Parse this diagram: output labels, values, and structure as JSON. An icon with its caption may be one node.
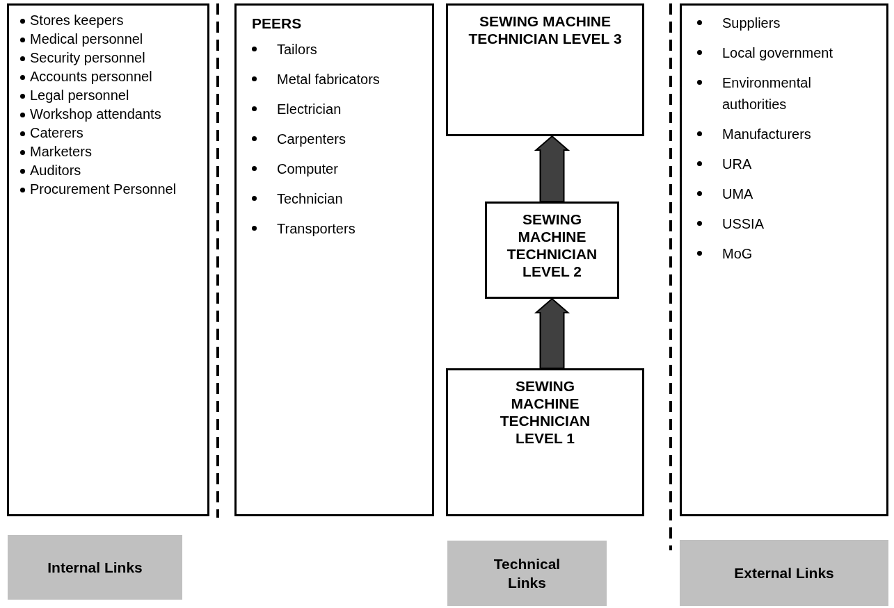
{
  "diagram": {
    "nodes": [
      {
        "text": [
          "Stores keepers",
          "Medical personnel",
          "Security personnel",
          "Accounts personnel",
          "Legal personnel",
          "Workshop attendants",
          "Caterers",
          "Marketers",
          "Auditors",
          "Procurement Personnel"
        ]
      },
      {
        "text": [
          "PEERS",
          "Tailors",
          "Metal fabricators",
          "Electrician",
          "Carpenters",
          "Computer",
          "Technician",
          "Transporters"
        ]
      },
      {
        "text": [
          "SEWING MACHINE TECHNICIAN LEVEL 3"
        ]
      },
      {
        "text": [
          "SEWING MACHINE TECHNICIAN LEVEL 2"
        ]
      },
      {
        "text": [
          "SEWING MACHINE TECHNICIAN LEVEL 1"
        ]
      },
      {
        "text": [
          "Suppliers",
          "Local government",
          "Environmental authorities",
          "Manufacturers",
          "URA",
          "UMA",
          "USSIA",
          "MoG"
        ]
      },
      {
        "text": [
          "Internal Links"
        ]
      },
      {
        "text": [
          "Technical Links"
        ]
      },
      {
        "text": [
          "External Links"
        ]
      }
    ],
    "edges": [
      {
        "from": 4,
        "to": 3,
        "arrow": "to",
        "style": "thick"
      },
      {
        "from": 3,
        "to": 2,
        "arrow": "to",
        "style": "thick"
      }
    ]
  }
}
